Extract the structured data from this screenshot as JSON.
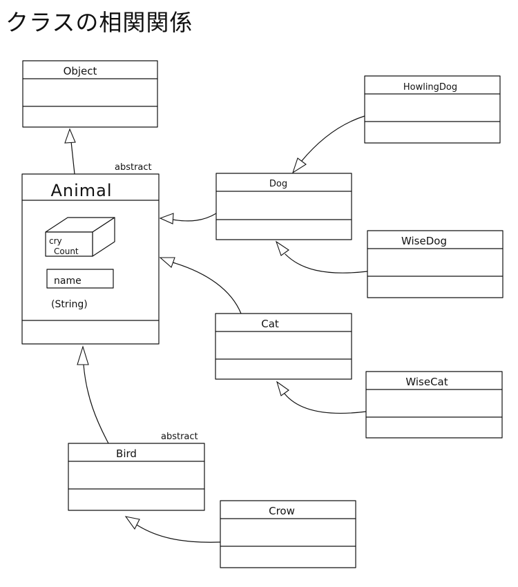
{
  "title": "クラスの相関関係",
  "classes": {
    "object": "Object",
    "animal": "Animal",
    "dog": "Dog",
    "howling_dog": "HowlingDog",
    "wise_dog": "WiseDog",
    "cat": "Cat",
    "wise_cat": "WiseCat",
    "bird": "Bird",
    "crow": "Crow"
  },
  "stereotypes": {
    "animal": "abstract",
    "bird": "abstract"
  },
  "animal_fields": {
    "cry_line1": "cry",
    "cry_line2": "Count",
    "name": "name",
    "name_type": "(String)"
  }
}
